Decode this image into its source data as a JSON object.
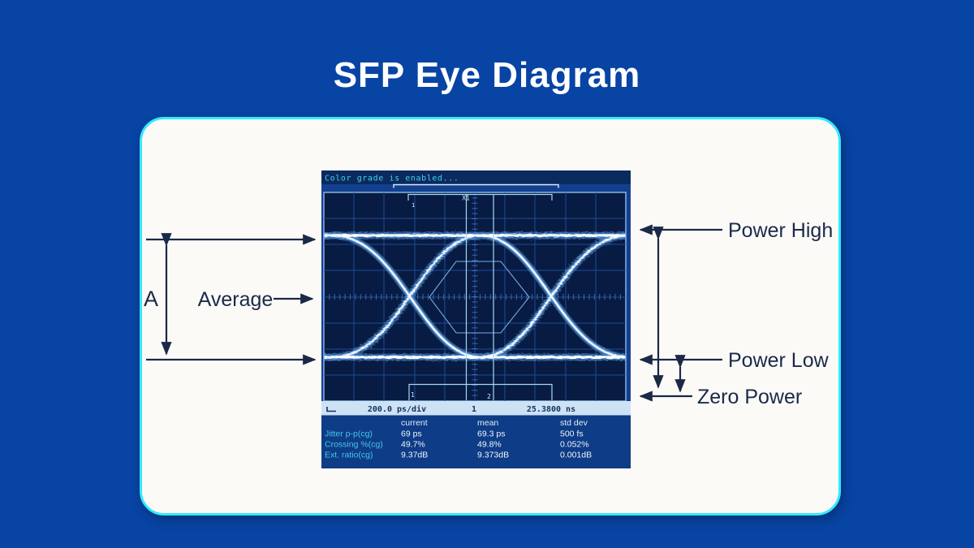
{
  "page": {
    "title": "SFP Eye Diagram",
    "background_color": "#0844a4",
    "card_border_color": "#35e9fb",
    "arrow_color": "#1a2947"
  },
  "annotations": {
    "a_label": "A",
    "average_label": "Average",
    "power_high_label": "Power High",
    "power_low_label": "Power Low",
    "zero_power_label": "Zero Power"
  },
  "oscilloscope": {
    "status_message": "Color grade is enabled...",
    "markers": {
      "x1": "X1",
      "top_1": "1",
      "bottom_1": "1",
      "bottom_2": "2"
    },
    "statusbar": {
      "timebase": "200.0 ps/div",
      "channel": "1",
      "time_position": "25.3800 ns"
    },
    "measurements": {
      "headers": [
        "current",
        "mean",
        "std dev"
      ],
      "rows": [
        {
          "name": "Jitter p-p(cg)",
          "current": "69 ps",
          "mean": "69.3 ps",
          "std_dev": "500 fs"
        },
        {
          "name": "Crossing %(cg)",
          "current": "49.7%",
          "mean": "49.8%",
          "std_dev": "0.052%"
        },
        {
          "name": "Ext. ratio(cg)",
          "current": "9.37dB",
          "mean": "9.373dB",
          "std_dev": "0.001dB"
        }
      ]
    },
    "screen_colors": {
      "bg": "#081b42",
      "grid": "#1d4b99",
      "trace": "#f4faff",
      "text": "#3ed2ee"
    }
  }
}
